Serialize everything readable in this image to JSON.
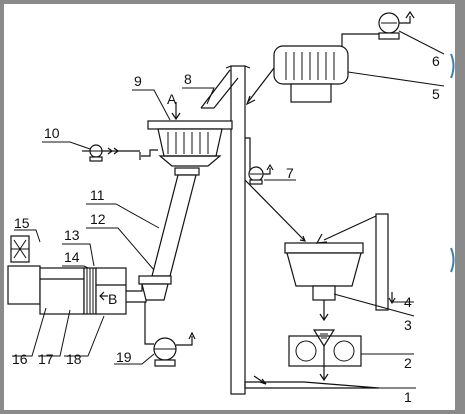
{
  "diagram": {
    "component_labels": [
      "1",
      "2",
      "3",
      "4",
      "5",
      "6",
      "7",
      "8",
      "9",
      "10",
      "11",
      "12",
      "13",
      "14",
      "15",
      "16",
      "17",
      "18",
      "19"
    ],
    "annotations": {
      "a": "A",
      "b": "B"
    }
  },
  "colors": {
    "frame": "#8a8a8a",
    "background": "#ffffff",
    "ink": "#111111",
    "edge_accent": "#3a7fb0"
  }
}
